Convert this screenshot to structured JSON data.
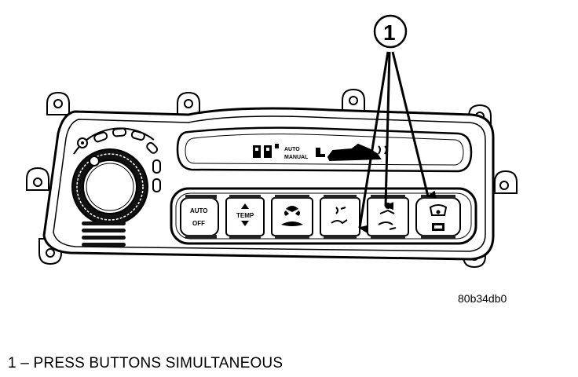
{
  "callout": {
    "number": "1"
  },
  "buttons": {
    "auto": "AUTO",
    "off": "OFF",
    "temp": "TEMP"
  },
  "display": {
    "auto_label": "AUTO",
    "manual_label": "MANUAL"
  },
  "figure_code": "80b34db0",
  "legend": {
    "number": "1",
    "separator": "–",
    "text": "PRESS BUTTONS SIMULTANEOUS"
  },
  "icons": [
    "mode-knob-icon",
    "vent-grille-icon",
    "fan-icon",
    "panel-mode-icon",
    "bilevel-mode-icon",
    "floor-mode-icon",
    "defrost-icon",
    "recirculation-icon",
    "rear-defrost-icon",
    "outside-temp-icon",
    "seat-icon",
    "car-icon"
  ]
}
